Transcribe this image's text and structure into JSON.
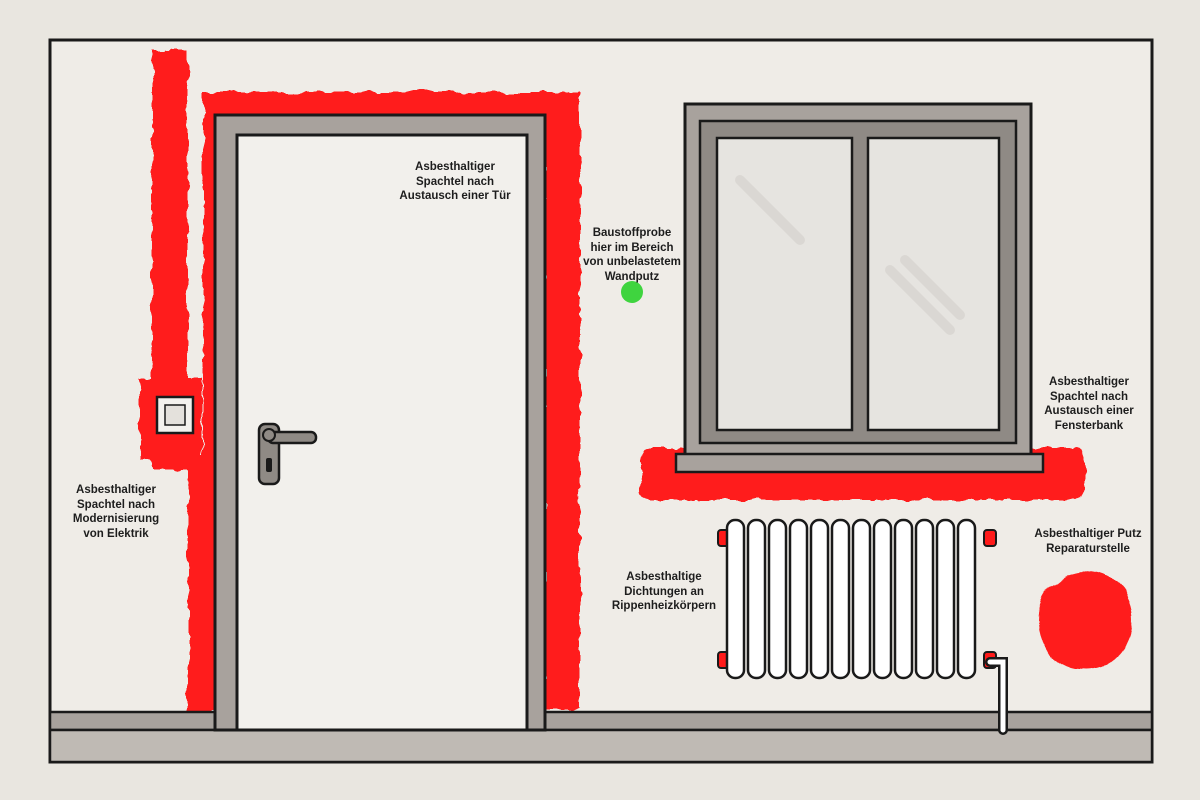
{
  "labels": {
    "door_filler": "Asbesthaltiger\nSpachtel nach\nAustausch einer Tür",
    "sample": "Baustoffprobe\nhier im Bereich\nvon unbelastetem\nWandputz",
    "windowsill_filler": "Asbesthaltiger\nSpachtel nach\nAustausch einer\nFensterbank",
    "electrical_filler": "Asbesthaltiger\nSpachtel nach\nModernisierung\nvon Elektrik",
    "plaster_repair": "Asbesthaltiger Putz\nReparaturstelle",
    "radiator_seals": "Asbesthaltige\nDichtungen an\nRippenheizkörpern"
  },
  "colors": {
    "hazard_red": "#ff1a1a",
    "safe_green": "#3fd43f",
    "frame_grey": "#a8a29d",
    "wall": "#efece7",
    "outline": "#1a1a1a"
  },
  "icons": {
    "door": "door-icon",
    "window": "window-icon",
    "radiator": "radiator-icon",
    "light_switch": "light-switch-icon",
    "door_handle": "door-handle-icon"
  }
}
